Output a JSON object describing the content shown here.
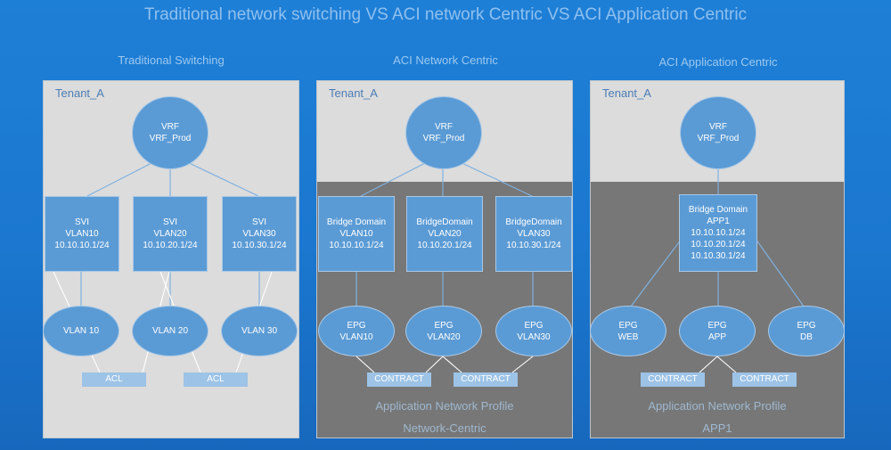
{
  "title": "Traditional network switching VS ACI network Centric VS ACI Application Centric",
  "colors": {
    "node_fill": "#5b9bd5",
    "panel_light": "#dcdcdc",
    "panel_dark": "#777777",
    "background": "#1e7fd6"
  },
  "columns": {
    "traditional": {
      "heading": "Traditional Switching",
      "tenant": "Tenant_A",
      "vrf": [
        "VRF",
        "VRF_Prod"
      ],
      "svis": [
        [
          "SVI",
          "VLAN10",
          "10.10.10.1/24"
        ],
        [
          "SVI",
          "VLAN20",
          "10.10.20.1/24"
        ],
        [
          "SVI",
          "VLAN30",
          "10.10.30.1/24"
        ]
      ],
      "vlans": [
        "VLAN 10",
        "VLAN 20",
        "VLAN 30"
      ],
      "acls": [
        "ACL",
        "ACL"
      ]
    },
    "network_centric": {
      "heading": "ACI Network Centric",
      "tenant": "Tenant_A",
      "vrf": [
        "VRF",
        "VRF_Prod"
      ],
      "bridge_domains": [
        [
          "Bridge Domain",
          "VLAN10",
          "10.10.10.1/24"
        ],
        [
          "BridgeDomain",
          "VLAN20",
          "10.10.20.1/24"
        ],
        [
          "BridgeDomain",
          "VLAN30",
          "10.10.30.1/24"
        ]
      ],
      "epgs": [
        [
          "EPG",
          "VLAN10"
        ],
        [
          "EPG",
          "VLAN20"
        ],
        [
          "EPG",
          "VLAN30"
        ]
      ],
      "contracts": [
        "CONTRACT",
        "CONTRACT"
      ],
      "anp": [
        "Application Network Profile",
        "Network-Centric"
      ]
    },
    "application_centric": {
      "heading": "ACI Application Centric",
      "tenant": "Tenant_A",
      "vrf": [
        "VRF",
        "VRF_Prod"
      ],
      "bridge_domain": [
        "Bridge Domain",
        "APP1",
        "10.10.10.1/24",
        "10.10.20.1/24",
        "10.10.30.1/24"
      ],
      "epgs": [
        [
          "EPG",
          "WEB"
        ],
        [
          "EPG",
          "APP"
        ],
        [
          "EPG",
          "DB"
        ]
      ],
      "contracts": [
        "CONTRACT",
        "CONTRACT"
      ],
      "anp": [
        "Application Network Profile",
        "APP1"
      ]
    }
  }
}
